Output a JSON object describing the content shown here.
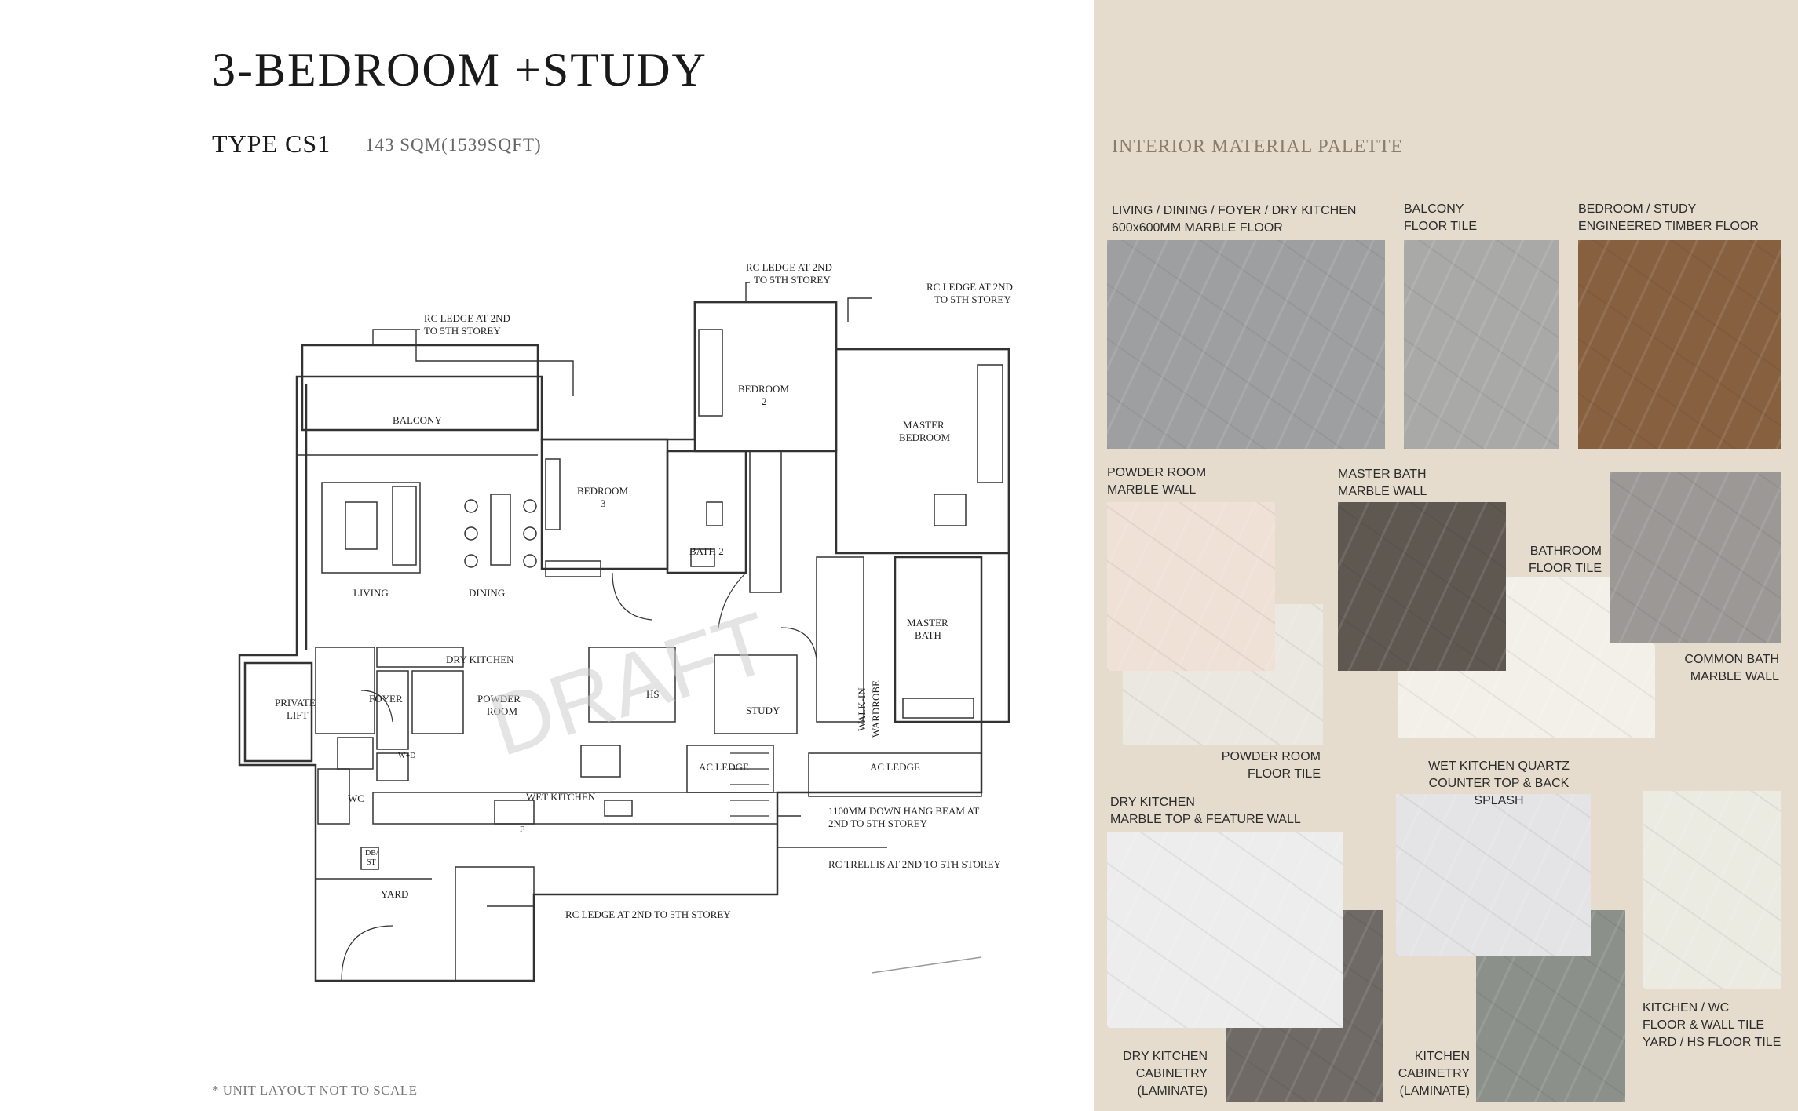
{
  "header": {
    "title": "3-BEDROOM +STUDY",
    "type": "TYPE CS1",
    "area": "143 SQM(1539SQFT)"
  },
  "footnote": "* UNIT LAYOUT NOT TO SCALE",
  "plan": {
    "watermark": "DRAFT",
    "rooms": {
      "balcony": "BALCONY",
      "bedroom3_a": "BEDROOM",
      "bedroom3_b": "3",
      "bedroom2_a": "BEDROOM",
      "bedroom2_b": "2",
      "master_a": "MASTER",
      "master_b": "BEDROOM",
      "living": "LIVING",
      "dining": "DINING",
      "bath2": "BATH 2",
      "master_bath_a": "MASTER",
      "master_bath_b": "BATH",
      "walkin_a": "WALK-IN",
      "walkin_b": "WARDROBE",
      "dry_kitchen": "DRY KITCHEN",
      "private_lift_a": "PRIVATE",
      "private_lift_b": "LIFT",
      "foyer": "FOYER",
      "powder_a": "POWDER",
      "powder_b": "ROOM",
      "hs": "HS",
      "study": "STUDY",
      "ac_ledge_1": "AC LEDGE",
      "ac_ledge_2": "AC LEDGE",
      "wet_kitchen": "WET KITCHEN",
      "wc": "WC",
      "yard": "YARD",
      "wd": "W+D",
      "dbst_a": "DB/",
      "dbst_b": "ST",
      "fridge": "F"
    },
    "callouts": {
      "rc1_a": "RC LEDGE AT 2ND",
      "rc1_b": "TO 5TH STOREY",
      "rc2_a": "RC LEDGE AT 2ND",
      "rc2_b": "TO 5TH STOREY",
      "rc3_a": "RC LEDGE AT 2ND",
      "rc3_b": "TO 5TH STOREY",
      "beam_a": "1100MM DOWN HANG BEAM AT",
      "beam_b": "2ND TO 5TH STOREY",
      "trellis": "RC TRELLIS AT 2ND TO 5TH STOREY",
      "rc_bottom": "RC LEDGE AT 2ND TO 5TH STOREY"
    }
  },
  "palette": {
    "title": "INTERIOR MATERIAL PALETTE",
    "items": [
      {
        "lines": [
          "LIVING / DINING / FOYER / DRY KITCHEN",
          "600x600MM MARBLE FLOOR"
        ],
        "color": "#9e9fa1"
      },
      {
        "lines": [
          "BALCONY",
          "FLOOR TILE"
        ],
        "color": "#a9a9a7"
      },
      {
        "lines": [
          "BEDROOM / STUDY",
          "ENGINEERED TIMBER FLOOR"
        ],
        "color": "#87603f"
      },
      {
        "lines": [
          "POWDER ROOM",
          "MARBLE WALL"
        ],
        "color": "#efe1d6"
      },
      {
        "lines": [
          "MASTER BATH",
          "MARBLE WALL"
        ],
        "color": "#5e5851"
      },
      {
        "lines": [
          "BATHROOM",
          "FLOOR TILE"
        ],
        "color": "#f3f0ea"
      },
      {
        "lines": [
          "COMMON BATH",
          "MARBLE WALL"
        ],
        "color": "#9b9896"
      },
      {
        "lines": [
          "POWDER ROOM",
          "FLOOR TILE"
        ],
        "color": "#ebe8e1"
      },
      {
        "lines": [
          "WET KITCHEN QUARTZ",
          "COUNTER TOP & BACK SPLASH"
        ],
        "color": "#e4e4e6"
      },
      {
        "lines": [
          "DRY KITCHEN",
          "MARBLE TOP & FEATURE WALL"
        ],
        "color": "#ecedec"
      },
      {
        "lines": [
          "DRY KITCHEN",
          "CABINETRY",
          "(LAMINATE)"
        ],
        "color": "#6f6a65"
      },
      {
        "lines": [
          "KITCHEN",
          "CABINETRY",
          "(LAMINATE)"
        ],
        "color": "#8b918a"
      },
      {
        "lines": [
          "KITCHEN / WC",
          "FLOOR & WALL TILE",
          "YARD / HS FLOOR TILE"
        ],
        "color": "#ecebe2"
      }
    ]
  }
}
